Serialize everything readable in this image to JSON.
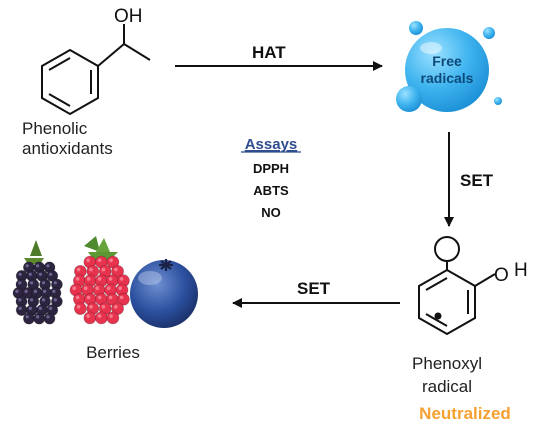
{
  "molecule_labels": {
    "hydroxyl_top": "OH",
    "phenolic_line1": "Phenolic",
    "phenolic_line2": "antioxidants",
    "phenoxyl_o": "O",
    "phenoxyl_h": "H",
    "phenoxyl_line1": "Phenoxyl",
    "phenoxyl_line2": "radical"
  },
  "arrows": {
    "hat": "HAT",
    "set_down": "SET",
    "set_left": "SET"
  },
  "free_radicals": {
    "line1": "Free",
    "line2": "radicals"
  },
  "assays": {
    "title": "Assays",
    "items": [
      "DPPH",
      "ABTS",
      "NO"
    ]
  },
  "berries": {
    "label": "Berries"
  },
  "status": {
    "neutralized": "Neutralized"
  },
  "colors": {
    "assay_title": "#2f4d8f",
    "neutralized": "#f5a131",
    "bubble_main": "#3fb4ef",
    "bubble_light": "#8fd9ff",
    "blackberry": "#2d2540",
    "raspberry": "#e8334f",
    "blueberry": "#2b4f9e"
  }
}
